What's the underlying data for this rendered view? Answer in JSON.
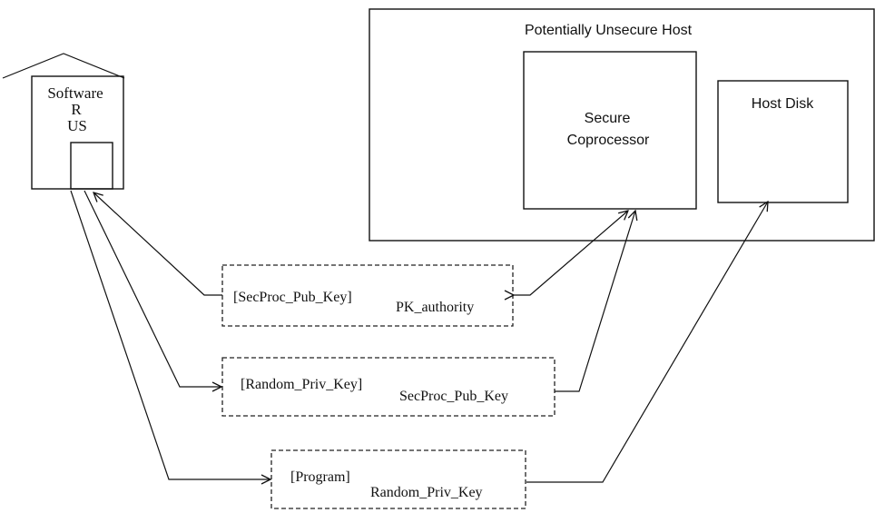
{
  "house": {
    "line1": "Software",
    "line2": "R",
    "line3": "US"
  },
  "host": {
    "title": "Potentially Unsecure Host",
    "coprocessor_line1": "Secure",
    "coprocessor_line2": "Coprocessor",
    "disk": "Host Disk"
  },
  "messages": [
    {
      "content": "[SecProc_Pub_Key]",
      "key": "PK_authority"
    },
    {
      "content": "[Random_Priv_Key]",
      "key": "SecProc_Pub_Key"
    },
    {
      "content": "[Program]",
      "key": "Random_Priv_Key"
    }
  ]
}
